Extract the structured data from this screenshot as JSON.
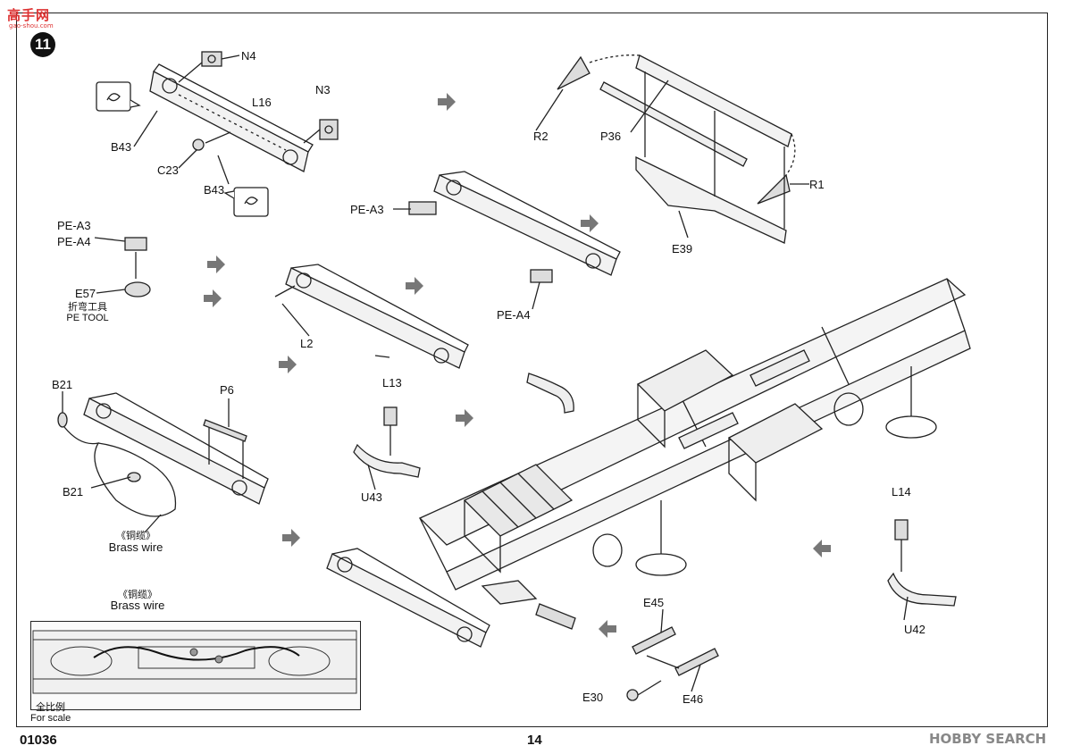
{
  "header": {
    "logo_text": "高手网",
    "logo_sub": "gao-shou.com",
    "step_number": "11"
  },
  "footer": {
    "kit_code": "01036",
    "page_number": "14",
    "brand": "HOBBY SEARCH"
  },
  "parts": {
    "n4": "N4",
    "n3": "N3",
    "l16": "L16",
    "b43_top": "B43",
    "c23": "C23",
    "b43_bottom": "B43",
    "r2": "R2",
    "p36": "P36",
    "r1": "R1",
    "e39": "E39",
    "pe_a3_left": "PE-A3",
    "pe_a4_left": "PE-A4",
    "pe_a3_mid": "PE-A3",
    "pe_a4_mid": "PE-A4",
    "e57": "E57",
    "l2": "L2",
    "b21_top": "B21",
    "b21_bottom": "B21",
    "p6": "P6",
    "l13": "L13",
    "u43": "U43",
    "l14": "L14",
    "u42": "U42",
    "e45": "E45",
    "e30": "E30",
    "e46": "E46"
  },
  "notes": {
    "pe_tool_cn": "折弯工具",
    "pe_tool_en": "PE TOOL",
    "brass_wire_cn_1": "《铜缆》",
    "brass_wire_en_1": "Brass wire",
    "brass_wire_cn_2": "《铜缆》",
    "brass_wire_en_2": "Brass wire",
    "scale_cn": "全比例",
    "scale_en": "For scale"
  }
}
